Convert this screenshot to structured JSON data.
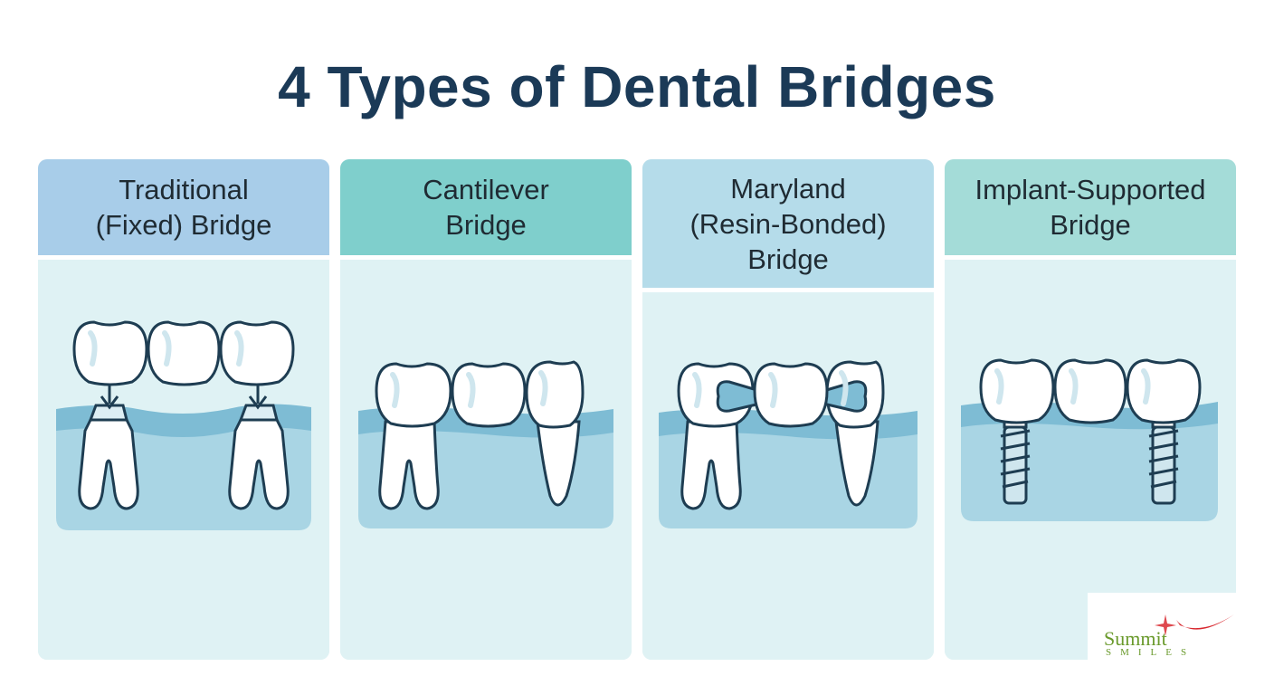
{
  "title": "4 Types of Dental Bridges",
  "colors": {
    "title": "#1b3a57",
    "header_blue": "#a8cde9",
    "header_teal": "#7fcfcc",
    "header_lightblue": "#b5dcea",
    "header_mint": "#a4dcd8",
    "panel_body": "#dff2f4",
    "gum": "#a9d5e4",
    "tooth_outline": "#1e3d52",
    "logo_green": "#6a9a2c",
    "logo_red": "#d8282f"
  },
  "panels": [
    {
      "id": "traditional",
      "lines": [
        "Traditional",
        "(Fixed) Bridge"
      ],
      "icon": "traditional-bridge-icon"
    },
    {
      "id": "cantilever",
      "lines": [
        "Cantilever",
        "Bridge"
      ],
      "icon": "cantilever-bridge-icon"
    },
    {
      "id": "maryland",
      "lines": [
        "Maryland",
        "(Resin-Bonded)",
        "Bridge"
      ],
      "icon": "maryland-bridge-icon"
    },
    {
      "id": "implant",
      "lines": [
        "Implant-Supported",
        "Bridge"
      ],
      "icon": "implant-bridge-icon"
    }
  ],
  "logo": {
    "word": "Summit",
    "sub": "SMILES"
  }
}
